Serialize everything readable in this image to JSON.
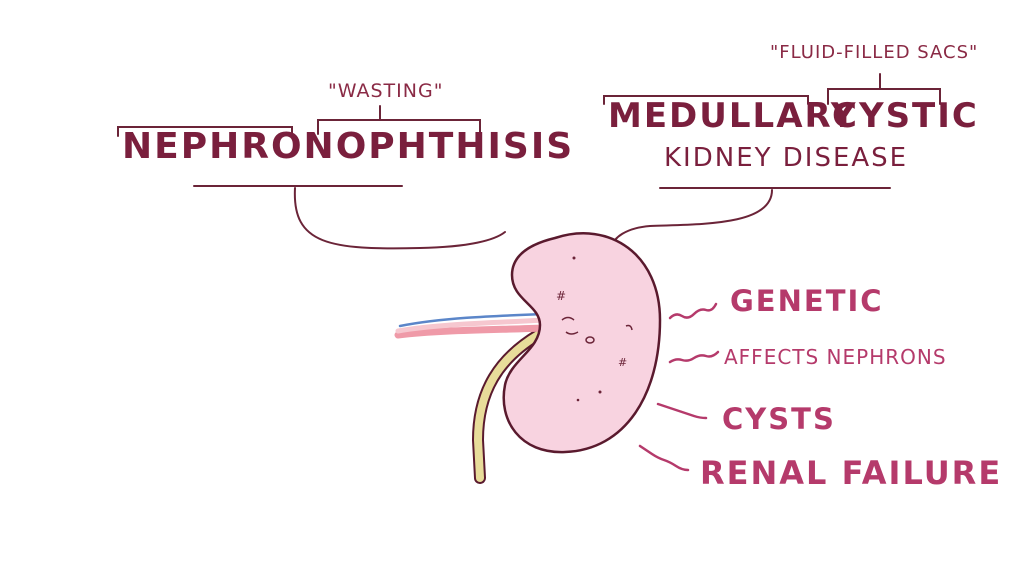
{
  "title": {
    "nephronophthisis": "NEPHRONOPHTHISIS",
    "wasting": "\"WASTING\"",
    "medullary": "MEDULLARY",
    "cystic": "CYSTIC",
    "kidney_disease": "KIDNEY DISEASE",
    "fluid_filled": "\"FLUID-FILLED SACS\""
  },
  "features": [
    {
      "label": "GENETIC"
    },
    {
      "label": "AFFECTS NEPHRONS"
    },
    {
      "label": "CYSTS"
    },
    {
      "label": "RENAL FAILURE"
    }
  ],
  "colors": {
    "title_text": "#7a1f3d",
    "feature_text": "#b53a6b",
    "kidney_fill": "#f8d3e0",
    "kidney_outline": "#5a1a2e",
    "vein": "#5b86c9",
    "artery": "#f2a3ad",
    "ureter": "#e8dc9a"
  }
}
